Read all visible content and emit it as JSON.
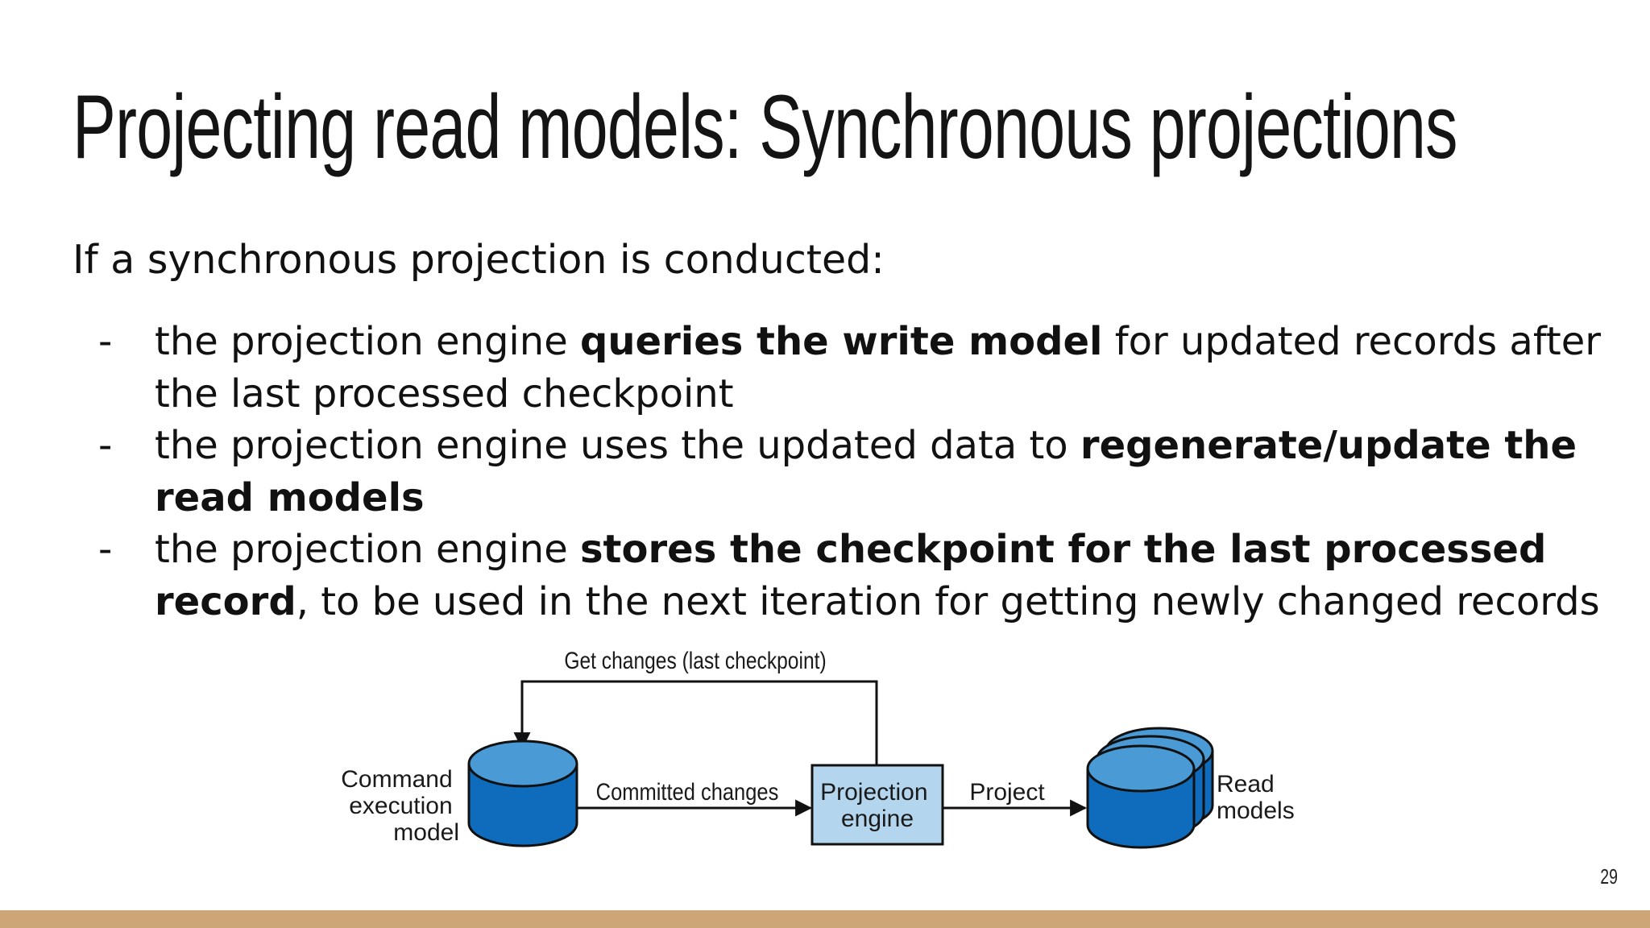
{
  "slide": {
    "title": "Projecting read models: Synchronous projections",
    "intro": "If a synchronous projection is conducted:",
    "page_number": "29"
  },
  "bullets": [
    {
      "dash": "-",
      "text_1": "the projection engine ",
      "bold_1": "queries the write model",
      "text_2": " for updated records after the last processed checkpoint"
    },
    {
      "dash": "-",
      "text_1": "the projection engine uses the updated data to ",
      "bold_1": "regenerate/update the read models",
      "text_2": ""
    },
    {
      "dash": "-",
      "text_1": "the projection engine ",
      "bold_1": "stores the checkpoint for the last processed record",
      "text_2": ", to be used in the next iteration for getting newly changed records"
    }
  ],
  "diagram": {
    "loop_label": "Get changes (last checkpoint)",
    "source_label": [
      "Command",
      "execution",
      "model"
    ],
    "edge_1_label": "Committed changes",
    "engine_label": [
      "Projection",
      "engine"
    ],
    "edge_2_label": "Project",
    "target_label": [
      "Read",
      "models"
    ],
    "colors": {
      "db_fill": "#0f6cbd",
      "db_top": "#4a9ad6",
      "engine_fill": "#b3d6ee",
      "stroke": "#111111",
      "footer": "#cca677"
    }
  }
}
